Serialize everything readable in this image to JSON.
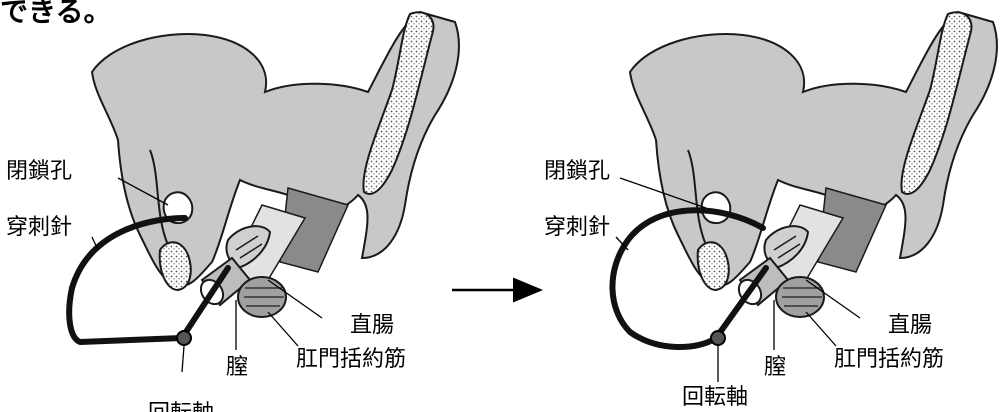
{
  "caption_fragment": "できる。",
  "colors": {
    "bone": "#c8c8c8",
    "bone_dark": "#9a9a9a",
    "rectum": "#8a8a8a",
    "needle": "#111111",
    "stroke": "#1a1a1a",
    "background": "#ffffff"
  },
  "left_panel": {
    "labels": {
      "obturator_foramen": "閉鎖孔",
      "puncture_needle": "穿刺針",
      "vagina": "膣",
      "rectum": "直腸",
      "anal_sphincter": "肛門括約筋",
      "rotation_axis": "回転軸"
    }
  },
  "right_panel": {
    "labels": {
      "obturator_foramen": "閉鎖孔",
      "puncture_needle": "穿刺針",
      "vagina": "膣",
      "rectum": "直腸",
      "anal_sphincter": "肛門括約筋",
      "rotation_axis": "回転軸"
    }
  },
  "arrow_icon": "right-arrow-icon"
}
